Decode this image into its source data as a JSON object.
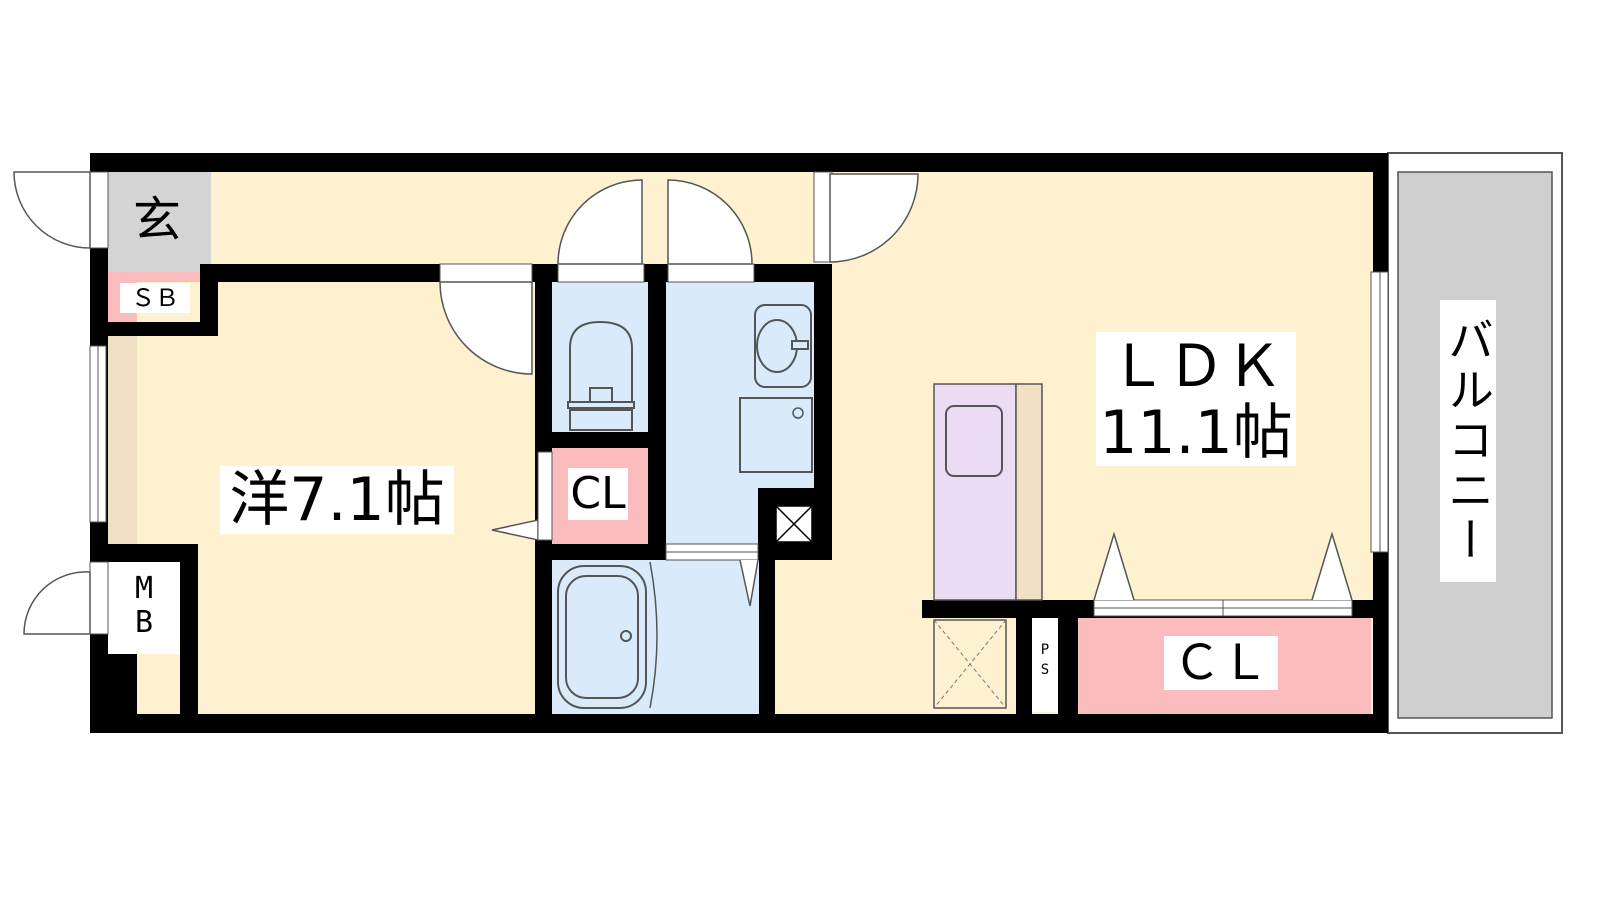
{
  "rooms": {
    "entrance": {
      "label": "玄"
    },
    "shoe_box": {
      "label": "ＳＢ"
    },
    "western_room": {
      "label": "洋7.1帖"
    },
    "closet_small": {
      "label": "CL"
    },
    "ldk": {
      "label_line1": "ＬＤＫ",
      "label_line2": "11.1帖"
    },
    "closet_ldk": {
      "label": "ＣＬ"
    },
    "meter_box": {
      "label_line1": "M",
      "label_line2": "B"
    },
    "pipe_space": {
      "label_line1": "P",
      "label_line2": "S"
    },
    "balcony": {
      "label": "バルコニー"
    }
  },
  "colors": {
    "wall": "#000000",
    "living_floor": "#fdf1d0",
    "wet_area": "#d9ebfb",
    "closet": "#fbbcbe",
    "kitchen": "#ecdcf3",
    "balcony": "#cfcfcf",
    "entrance": "#d4d4d4",
    "window_strip": "#f1dfc4"
  }
}
